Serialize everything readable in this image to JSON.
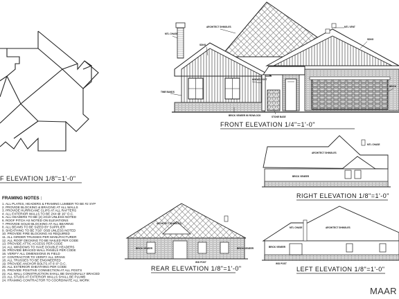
{
  "roof_plan": {
    "title": "F ELEVATION    1/8\"=1'-0\""
  },
  "framing_notes": {
    "heading": "FRAMING NOTES :",
    "items": [
      "1. ALL PLATES, HEADERS & FRAMING LUMBER TO BE #2 SYP",
      "2. PROVIDE BLOCKING & BRACING AT ALL WALLS",
      "3. PROVIDE HURRICANE CLIPS AT ALL RAFTERS",
      "4. ALL EXTERIOR WALLS TO BE 2X4 @ 16\" O.C.",
      "5. ALL HEADERS TO BE (2) 2X10 UNLESS NOTED",
      "6. ROOF PITCH AS NOTED ON ELEVATIONS",
      "7. PROVIDE SOLID BLOCKING AT ALL BEARING",
      "8. ALL BEAMS TO BE SIZED BY SUPPLIER",
      "9. SHEATHING TO BE 7/16\" OSB UNLESS NOTED",
      "10. PROVIDE FIRE BLOCKING AS REQUIRED",
      "11. ALL GIRDER TRUSSES PER MANUFACTURER",
      "12. ALL ROOF DECKING TO BE NAILED PER CODE",
      "13. PROVIDE ATTIC ACCESS PER CODE",
      "14. ALL WINDOWS TO HAVE DOUBLE HEADERS",
      "15. PROVIDE BRACED WALL PANELS PER CODE",
      "16. VERIFY ALL DIMENSIONS IN FIELD",
      "17. CONTRACTOR TO VERIFY ALL SPANS",
      "18. ALL TRUSSES TO BE ENGINEERED",
      "19. PROVIDE ANCHOR BOLTS AT 6'-0\" O.C.",
      "20. ALL EXTERIOR SHEATHING PER CODE",
      "21. PROVIDE POSITIVE CONNECTION AT ALL POSTS",
      "22. ALL WALL CONSTRUCTION SHALL BE DIAGONALLY BRACED",
      "23. ALL STUDS AT EXTERIOR WALLS SHALL BE PLUMB",
      "24. FRAMING CONTRACTOR TO COORDINATE ALL WORK"
    ]
  },
  "front_elevation": {
    "title": "FRONT  ELEVATION        1/4\"=1'-0\"",
    "callouts": {
      "chase": "MTL CHASE",
      "architect_shingles": "ARCHITECT SHINGLES",
      "vent": "MTL VENT",
      "siding_left": "SDNG",
      "siding_right": "SDNG",
      "bands": "TIME BANDS",
      "post": "6X6 WD POST",
      "brick_veneer": "BRICK VENEER W/ ROWLOCK",
      "stone_base": "STONE BASE",
      "brick_right": "BRICK"
    }
  },
  "right_elevation": {
    "title": "RIGHT  ELEVATION        1/8\"=1'-0\"",
    "callouts": {
      "architect_shingles": "ARCHITECT SHINGLES",
      "chase": "MTL CHASE",
      "brick": "BRICK VENEER"
    }
  },
  "rear_elevation": {
    "title": "REAR  ELEVATION     1/8\"=1'-0\"",
    "callouts": {
      "architect_shingles": "ARCHITECT SHINGLES",
      "brick_left": "BRICK VENEER",
      "brick_right": "BRICK VENEER",
      "post": "W/D POST"
    }
  },
  "left_elevation": {
    "title": "LEFT  ELEVATION     1/8\"=1'-0\"",
    "callouts": {
      "architect_shingles": "ARCHITECT SHINGLES",
      "chase": "MTL CHASE",
      "brick": "BRICK VENEER",
      "post": "W/D POST"
    }
  },
  "watermark": {
    "text": "MAAR"
  }
}
